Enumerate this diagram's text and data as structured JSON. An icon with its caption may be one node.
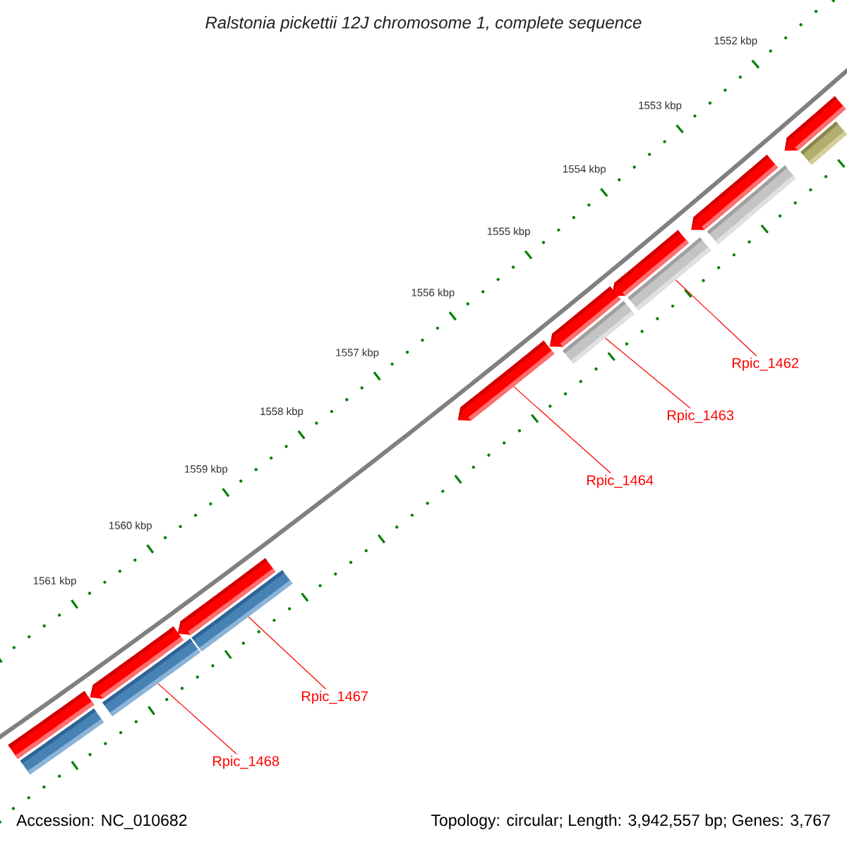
{
  "diagram": {
    "title": "Ralstonia pickettii 12J chromosome 1, complete sequence",
    "nodes": [
      {
        "text": [
          "Rpic_1462"
        ]
      },
      {
        "text": [
          "Rpic_1463"
        ]
      },
      {
        "text": [
          "Rpic_1464"
        ]
      },
      {
        "text": [
          "Rpic_1467"
        ]
      },
      {
        "text": [
          "Rpic_1468"
        ]
      },
      {
        "text": [],
        "shape": "bar"
      },
      {
        "text": [],
        "shape": "bar"
      },
      {
        "text": [],
        "shape": "bar"
      },
      {
        "text": [],
        "shape": "bar"
      },
      {
        "text": [],
        "shape": "bar"
      },
      {
        "text": [],
        "shape": "bar"
      },
      {
        "text": [],
        "shape": "bar"
      },
      {
        "text": [],
        "shape": "bar"
      },
      {
        "text": [],
        "shape": "bar"
      },
      {
        "text": [],
        "shape": "bar"
      },
      {
        "text": [],
        "shape": "bar"
      },
      {
        "text": [],
        "shape": "bar"
      },
      {
        "text": [],
        "shape": "bar"
      },
      {
        "text": [],
        "shape": "bar"
      },
      {
        "text": [],
        "shape": "bar"
      }
    ],
    "edges": [
      {
        "from": 0,
        "to": 15,
        "arrow": "none"
      },
      {
        "from": 1,
        "to": 13,
        "arrow": "none"
      },
      {
        "from": 2,
        "to": 11,
        "arrow": "none"
      },
      {
        "from": 3,
        "to": 10,
        "arrow": "none"
      },
      {
        "from": 4,
        "to": 8,
        "arrow": "none"
      }
    ],
    "labels": [
      "1552 kbp",
      "1553 kbp",
      "1554 kbp",
      "1555 kbp",
      "1556 kbp",
      "1557 kbp",
      "1558 kbp",
      "1559 kbp",
      "1560 kbp",
      "1561 kbp",
      "Accession: NC_010682",
      "Topology: circular; Length: 3,942,557 bp; Genes: 3,767"
    ]
  }
}
